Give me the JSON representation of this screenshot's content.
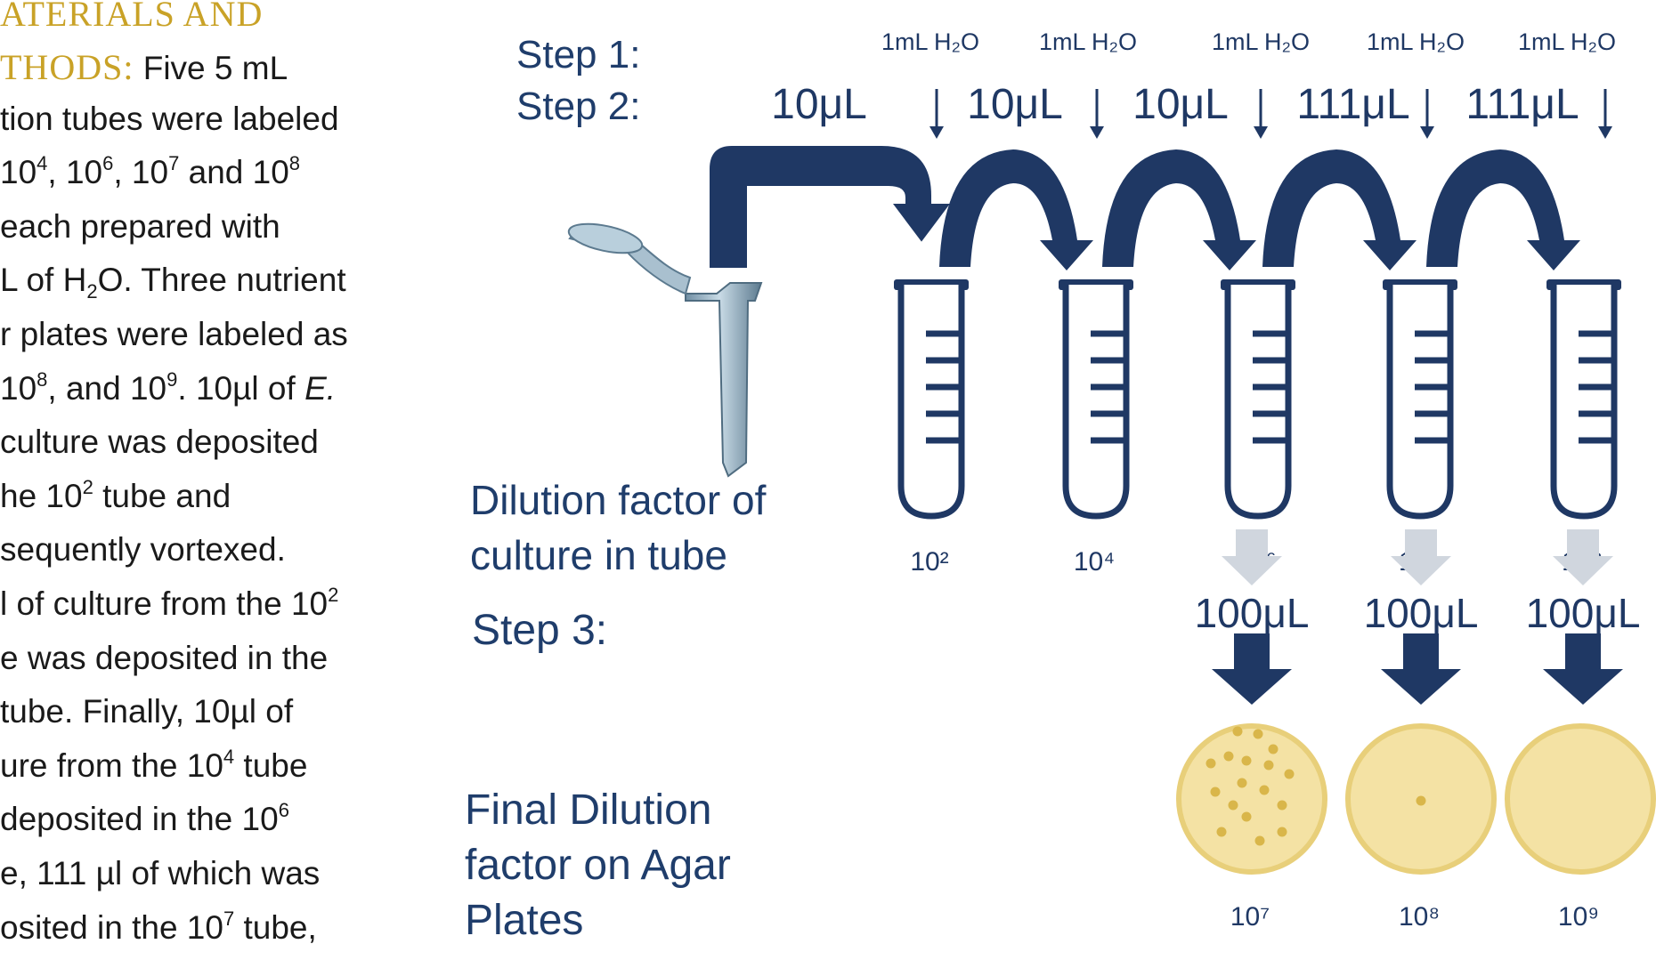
{
  "document": {
    "heading": "ATERIALS AND",
    "heading2": "THODS:",
    "lines": [
      {
        "parts": [
          {
            "t": "Five 5 mL"
          }
        ]
      },
      {
        "parts": [
          {
            "t": "tion tubes were labeled"
          }
        ]
      },
      {
        "parts": [
          {
            "t": " 10"
          },
          {
            "sup": "4"
          },
          {
            "t": ", 10"
          },
          {
            "sup": "6"
          },
          {
            "t": ", 10"
          },
          {
            "sup": "7"
          },
          {
            "t": " and 10"
          },
          {
            "sup": "8"
          }
        ]
      },
      {
        "parts": [
          {
            "t": " each prepared with"
          }
        ]
      },
      {
        "parts": [
          {
            "t": "L of H"
          },
          {
            "sub": "2"
          },
          {
            "t": "O. Three nutrient"
          }
        ]
      },
      {
        "parts": [
          {
            "t": "r plates were labeled as"
          }
        ]
      },
      {
        "parts": [
          {
            "t": " 10"
          },
          {
            "sup": "8"
          },
          {
            "t": ", and 10"
          },
          {
            "sup": "9"
          },
          {
            "t": ". 10µl of "
          },
          {
            "i": "E."
          }
        ]
      },
      {
        "parts": [
          {
            "t": " culture was deposited"
          }
        ]
      },
      {
        "parts": [
          {
            "t": "he 10"
          },
          {
            "sup": "2"
          },
          {
            "t": " tube and"
          }
        ]
      },
      {
        "parts": [
          {
            "t": "sequently vortexed."
          }
        ]
      },
      {
        "parts": [
          {
            "t": "l of culture from the 10"
          },
          {
            "sup": "2"
          }
        ]
      },
      {
        "parts": [
          {
            "t": "e was deposited in the"
          }
        ]
      },
      {
        "parts": [
          {
            "t": "tube. Finally, 10µl of"
          }
        ]
      },
      {
        "parts": [
          {
            "t": "ure from the 10"
          },
          {
            "sup": "4"
          },
          {
            "t": " tube"
          }
        ]
      },
      {
        "parts": [
          {
            "t": " deposited in the 10"
          },
          {
            "sup": "6"
          }
        ]
      },
      {
        "parts": [
          {
            "t": "e, 111 µl of which was"
          }
        ]
      },
      {
        "parts": [
          {
            "t": "osited in the 10"
          },
          {
            "sup": "7"
          },
          {
            "t": " tube,"
          }
        ]
      }
    ]
  },
  "diagram": {
    "step1_label": "Step 1:",
    "step2_label": "Step 2:",
    "step3_label": "Step 3:",
    "water_label": "1mL H₂O",
    "transfer_volumes": [
      "10μL",
      "10μL",
      "10μL",
      "111μL",
      "111μL"
    ],
    "tube_dilution_caption": [
      "Dilution factor of",
      "culture in tube"
    ],
    "tube_dilutions": [
      "10²",
      "10⁴",
      "10⁶",
      "10⁷",
      "10⁸"
    ],
    "plating_volume": "100μL",
    "final_caption": [
      "Final Dilution",
      "factor on Agar",
      "Plates"
    ],
    "plate_dilutions": [
      "10⁷",
      "10⁸",
      "10⁹"
    ],
    "plate_colony_counts": [
      17,
      1,
      0
    ],
    "colors": {
      "navy": "#1f3864",
      "label_blue": "#1f3d6b",
      "plate_fill": "#f4e2a4",
      "plate_edge": "#e8cf7a",
      "colony": "#d9b64a",
      "gray_arrow": "#d0d6de",
      "heading_gold": "#c9a227"
    }
  }
}
